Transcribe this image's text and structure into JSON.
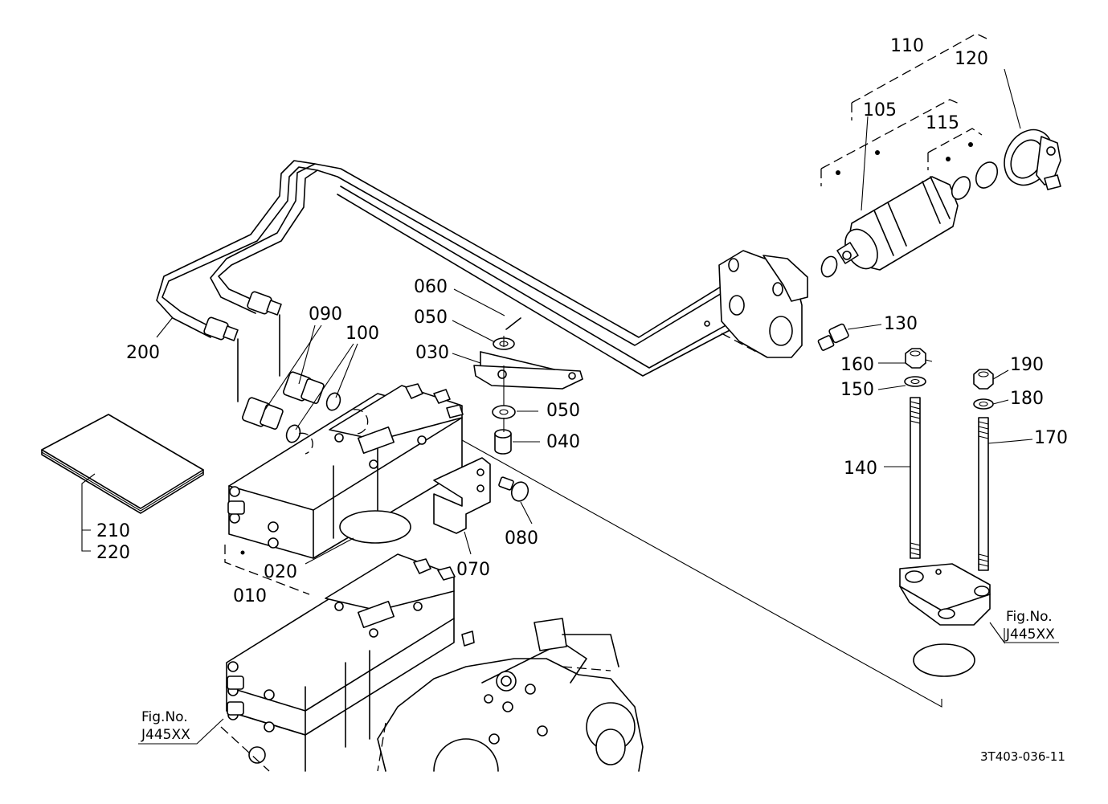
{
  "labels": {
    "p010": "010",
    "p020": "020",
    "p030": "030",
    "p040": "040",
    "p050a": "050",
    "p050b": "050",
    "p060": "060",
    "p070": "070",
    "p080": "080",
    "p090": "090",
    "p100": "100",
    "p105": "105",
    "p110": "110",
    "p115": "115",
    "p120": "120",
    "p130": "130",
    "p140": "140",
    "p150": "150",
    "p160": "160",
    "p170": "170",
    "p180": "180",
    "p190": "190",
    "p200": "200",
    "p210": "210",
    "p220": "220"
  },
  "figrefs": {
    "right": {
      "label": "Fig.No.",
      "number": "J445XX"
    },
    "left": {
      "label": "Fig.No.",
      "number": "J445XX"
    }
  },
  "drawing_code": "3T403-036-11"
}
